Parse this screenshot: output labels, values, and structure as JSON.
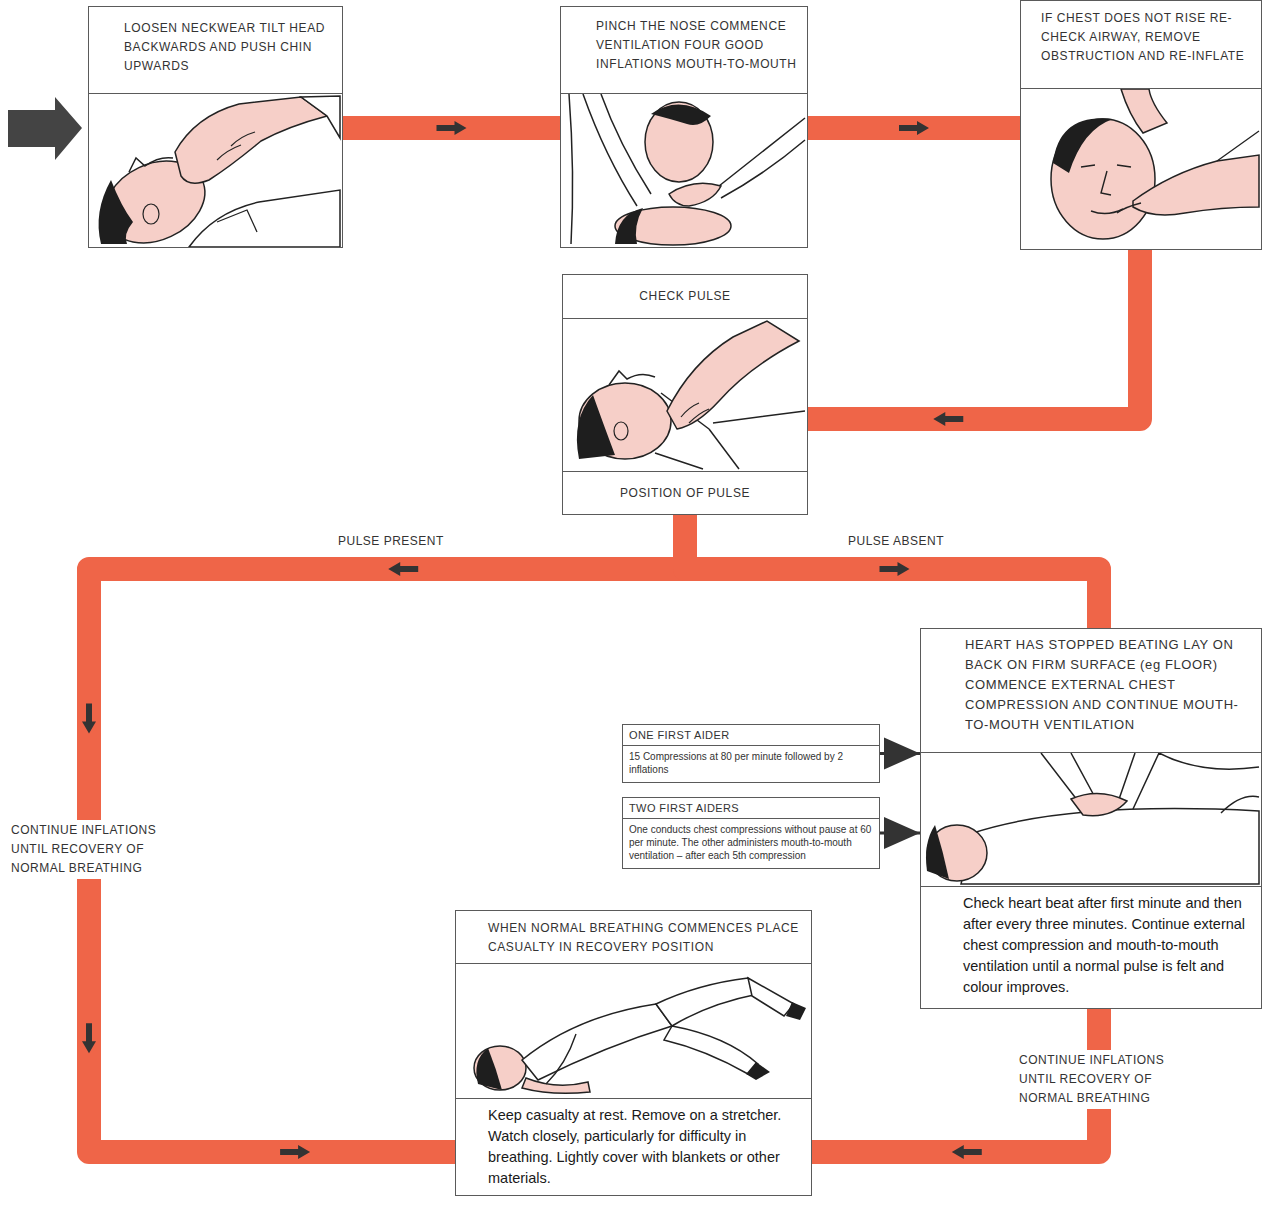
{
  "diagram": {
    "nodes": [
      {
        "text": [
          "LOOSEN NECKWEAR TILT HEAD BACKWARDS AND PUSH CHIN UPWARDS"
        ]
      },
      {
        "text": [
          "PINCH THE NOSE COMMENCE VENTILATION FOUR GOOD INFLATIONS MOUTH-TO-MOUTH"
        ]
      },
      {
        "text": [
          "IF CHEST DOES NOT RISE RE-CHECK AIRWAY, REMOVE OBSTRUCTION AND RE-INFLATE"
        ]
      },
      {
        "text": [
          "CHECK PULSE",
          "POSITION OF PULSE"
        ]
      },
      {
        "text": [
          "HEART HAS STOPPED BEATING LAY ON BACK ON FIRM SURFACE (eg FLOOR) COMMENCE EXTERNAL CHEST COMPRESSION AND CONTINUE MOUTH-TO-MOUTH VENTILATION",
          "Check heart beat after first minute and then after every three minutes. Continue external chest compression and mouth-to-mouth ventilation until a normal pulse is felt and colour improves."
        ]
      },
      {
        "text": [
          "ONE FIRST AIDER",
          "15 Compressions at 80 per minute followed by 2 inflations"
        ]
      },
      {
        "text": [
          "TWO FIRST AIDERS",
          "One conducts chest compressions without pause at 60 per minute. The other administers mouth-to-mouth ventilation – after each 5th compression"
        ]
      },
      {
        "text": [
          "WHEN NORMAL BREATHING COMMENCES PLACE CASUALTY IN RECOVERY POSITION",
          "Keep casualty at rest. Remove on a stretcher. Watch closely, particularly for difficulty in breathing. Lightly cover with blankets or other materials."
        ]
      }
    ],
    "edges": [
      {
        "from": 0,
        "to": 1,
        "arrow": "to"
      },
      {
        "from": 1,
        "to": 2,
        "arrow": "to"
      },
      {
        "from": 2,
        "to": 3,
        "arrow": "to"
      },
      {
        "from": 3,
        "to": 7,
        "label": "PULSE PRESENT",
        "arrow": "to"
      },
      {
        "from": 3,
        "to": 4,
        "label": "PULSE ABSENT",
        "arrow": "to"
      },
      {
        "from": 4,
        "to": 7,
        "label": "CONTINUE INFLATIONS UNTIL RECOVERY OF NORMAL BREATHING",
        "arrow": "to"
      },
      {
        "from": 5,
        "to": 4,
        "arrow": "to"
      },
      {
        "from": 6,
        "to": 4,
        "arrow": "to"
      }
    ],
    "labels": [
      "CONTINUE INFLATIONS UNTIL RECOVERY OF NORMAL BREATHING"
    ]
  }
}
